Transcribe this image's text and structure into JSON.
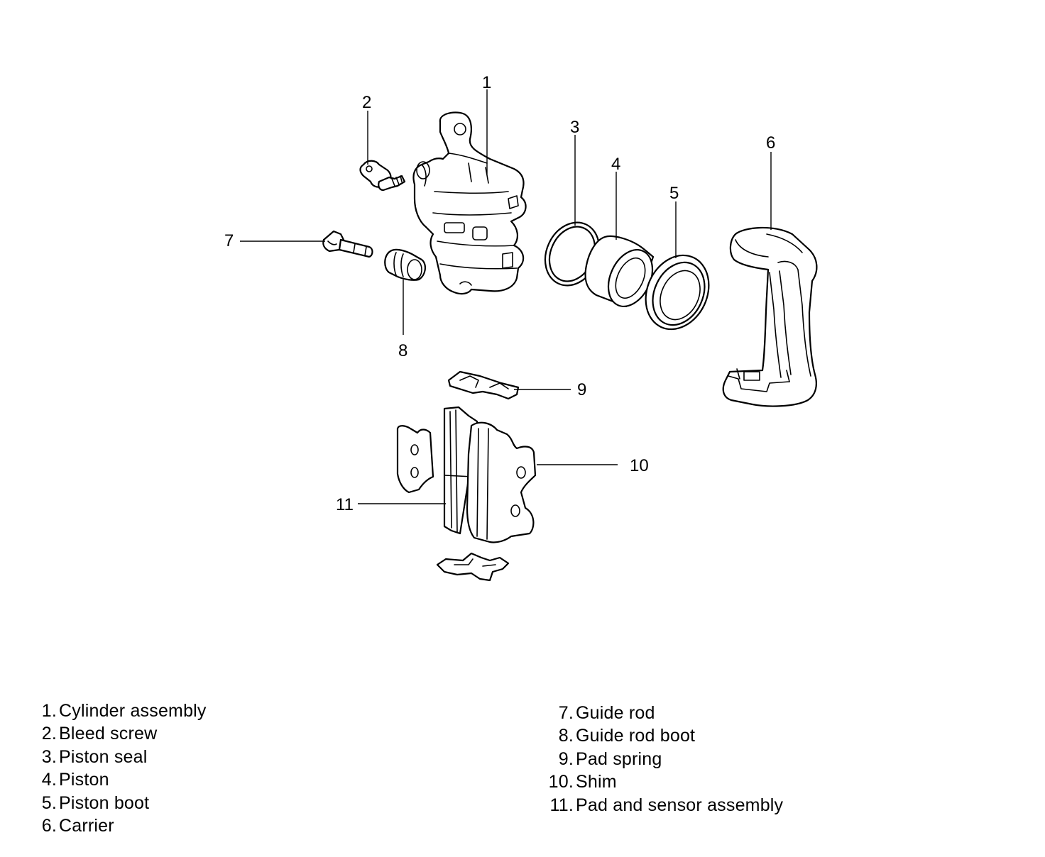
{
  "callouts": {
    "c1": "1",
    "c2": "2",
    "c3": "3",
    "c4": "4",
    "c5": "5",
    "c6": "6",
    "c7": "7",
    "c8": "8",
    "c9": "9",
    "c10": "10",
    "c11": "11"
  },
  "legend": {
    "left": [
      {
        "num": "1.",
        "label": "Cylinder assembly"
      },
      {
        "num": "2.",
        "label": "Bleed screw"
      },
      {
        "num": "3.",
        "label": "Piston seal"
      },
      {
        "num": "4.",
        "label": "Piston"
      },
      {
        "num": "5.",
        "label": "Piston boot"
      },
      {
        "num": "6.",
        "label": "Carrier"
      }
    ],
    "right": [
      {
        "num": "7.",
        "label": "Guide rod"
      },
      {
        "num": "8.",
        "label": "Guide rod boot"
      },
      {
        "num": "9.",
        "label": "Pad spring"
      },
      {
        "num": "10.",
        "label": "Shim"
      },
      {
        "num": "11.",
        "label": "Pad and sensor assembly"
      }
    ]
  }
}
